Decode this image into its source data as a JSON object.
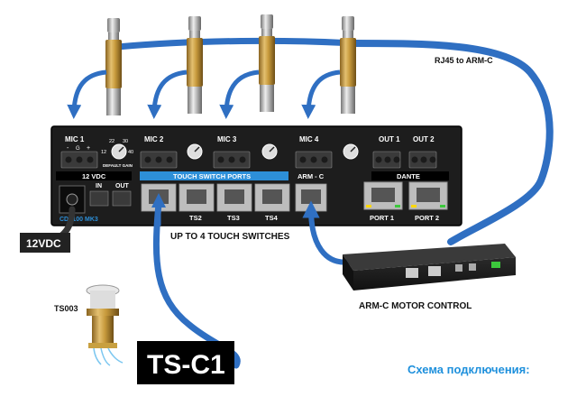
{
  "labels": {
    "rj45": "RJ45 to ARM-C",
    "up_to_4": "UP TO 4 TOUCH SWITCHES",
    "motor_control": "ARM-C MOTOR CONTROL",
    "ts003": "TS003",
    "tsc1": "TS-C1",
    "vdc_box": "12VDC",
    "caption": "Схема подключения:"
  },
  "panel": {
    "mic1": "MIC 1",
    "mic2": "MIC 2",
    "mic3": "MIC 3",
    "mic4": "MIC 4",
    "out1": "OUT 1",
    "out2": "OUT 2",
    "vdc_strip": "12 VDC",
    "touch_strip": "TOUCH SWITCH PORTS",
    "armc": "ARM - C",
    "dante": "DANTE",
    "in": "IN",
    "out": "OUT",
    "model": "CDT100 MK3",
    "default_gain": "DEFAULT GAIN",
    "dial_12": "12",
    "dial_22": "22",
    "dial_30": "30",
    "dial_40": "40",
    "pin_minus": "-",
    "pin_g": "G",
    "pin_plus": "+",
    "ts2": "TS2",
    "ts3": "TS3",
    "ts4": "TS4",
    "port1": "PORT 1",
    "port2": "PORT 2"
  },
  "colors": {
    "cable": "#2f6fc2",
    "panel": "#1d1d1d",
    "accent": "#2d8fd8",
    "caption": "#1e90dc"
  }
}
